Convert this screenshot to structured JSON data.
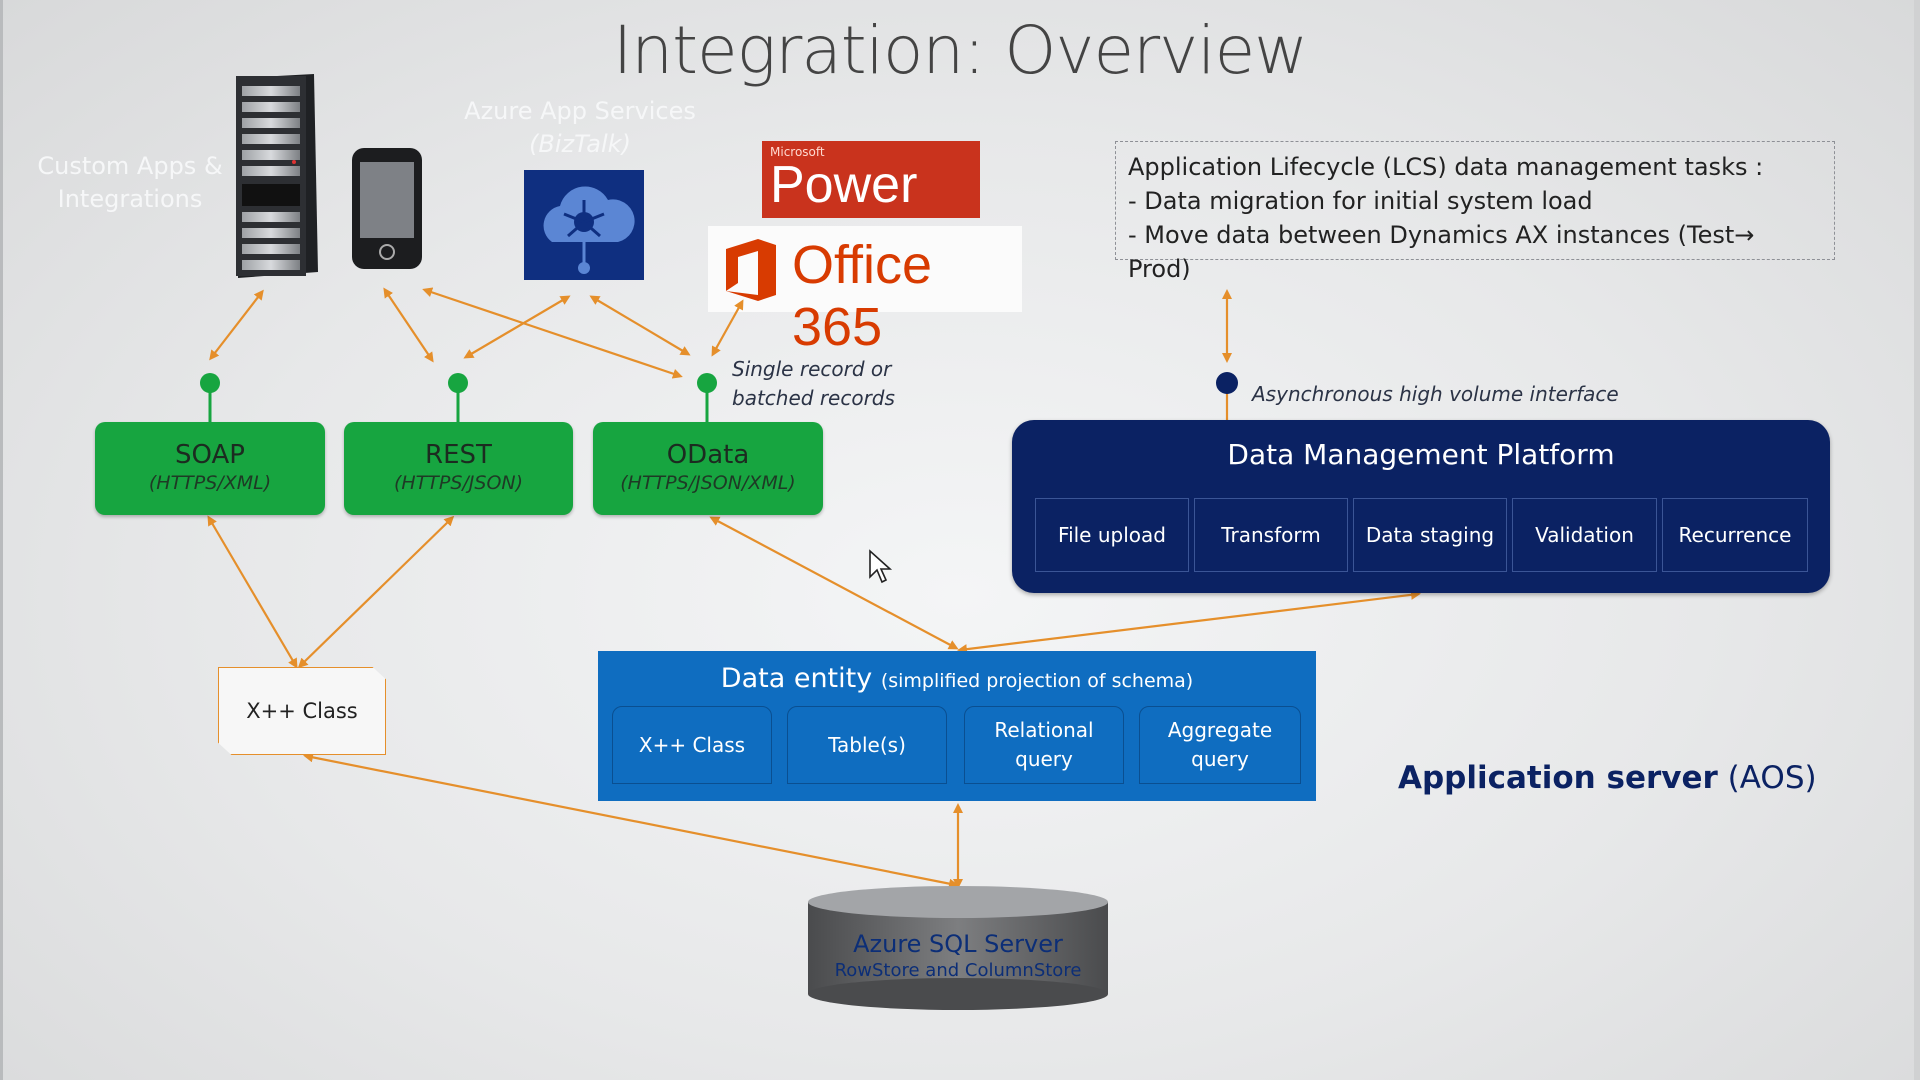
{
  "slide": {
    "title": "Integration: Overview",
    "custom_apps_label": "Custom Apps & Integrations",
    "azure_app_label": "Azure App Services",
    "azure_app_sub": "(BizTalk)",
    "power_bi": {
      "top": "Microsoft",
      "name": "Power BI"
    },
    "office365": "Office 365",
    "lcs": {
      "heading": "Application Lifecycle (LCS) data management tasks :",
      "items": [
        "- Data migration for initial system load",
        "- Move data between Dynamics AX instances (Test→ Prod)"
      ]
    },
    "note_odata": [
      "Single record or",
      "batched records"
    ],
    "note_async": "Asynchronous high volume interface",
    "protocols": [
      {
        "name": "SOAP",
        "sub": "(HTTPS/XML)"
      },
      {
        "name": "REST",
        "sub": "(HTTPS/JSON)"
      },
      {
        "name": "OData",
        "sub": "(HTTPS/JSON/XML)"
      }
    ],
    "dmp": {
      "title": "Data Management Platform",
      "cells": [
        "File upload",
        "Transform",
        "Data staging",
        "Validation",
        "Recurrence"
      ]
    },
    "xpp_class": "X++ Class",
    "data_entity": {
      "title": "Data entity",
      "subtitle": "(simplified projection of schema)",
      "cells": [
        "X++ Class",
        "Table(s)",
        "Relational query",
        "Aggregate query"
      ]
    },
    "aos": {
      "bold": "Application server",
      "rest": "(AOS)"
    },
    "database": {
      "name": "Azure SQL Server",
      "sub": "RowStore and ColumnStore"
    }
  },
  "colors": {
    "green": "#17a540",
    "navy": "#0b2263",
    "blue": "#0f6dc0",
    "orange": "#e58f2b",
    "powerbi_red": "#c9331d",
    "office_red": "#d83b01"
  },
  "icons": [
    "server-tower-icon",
    "phone-icon",
    "cloud-network-icon",
    "office-logo-icon",
    "mouse-cursor-icon"
  ]
}
